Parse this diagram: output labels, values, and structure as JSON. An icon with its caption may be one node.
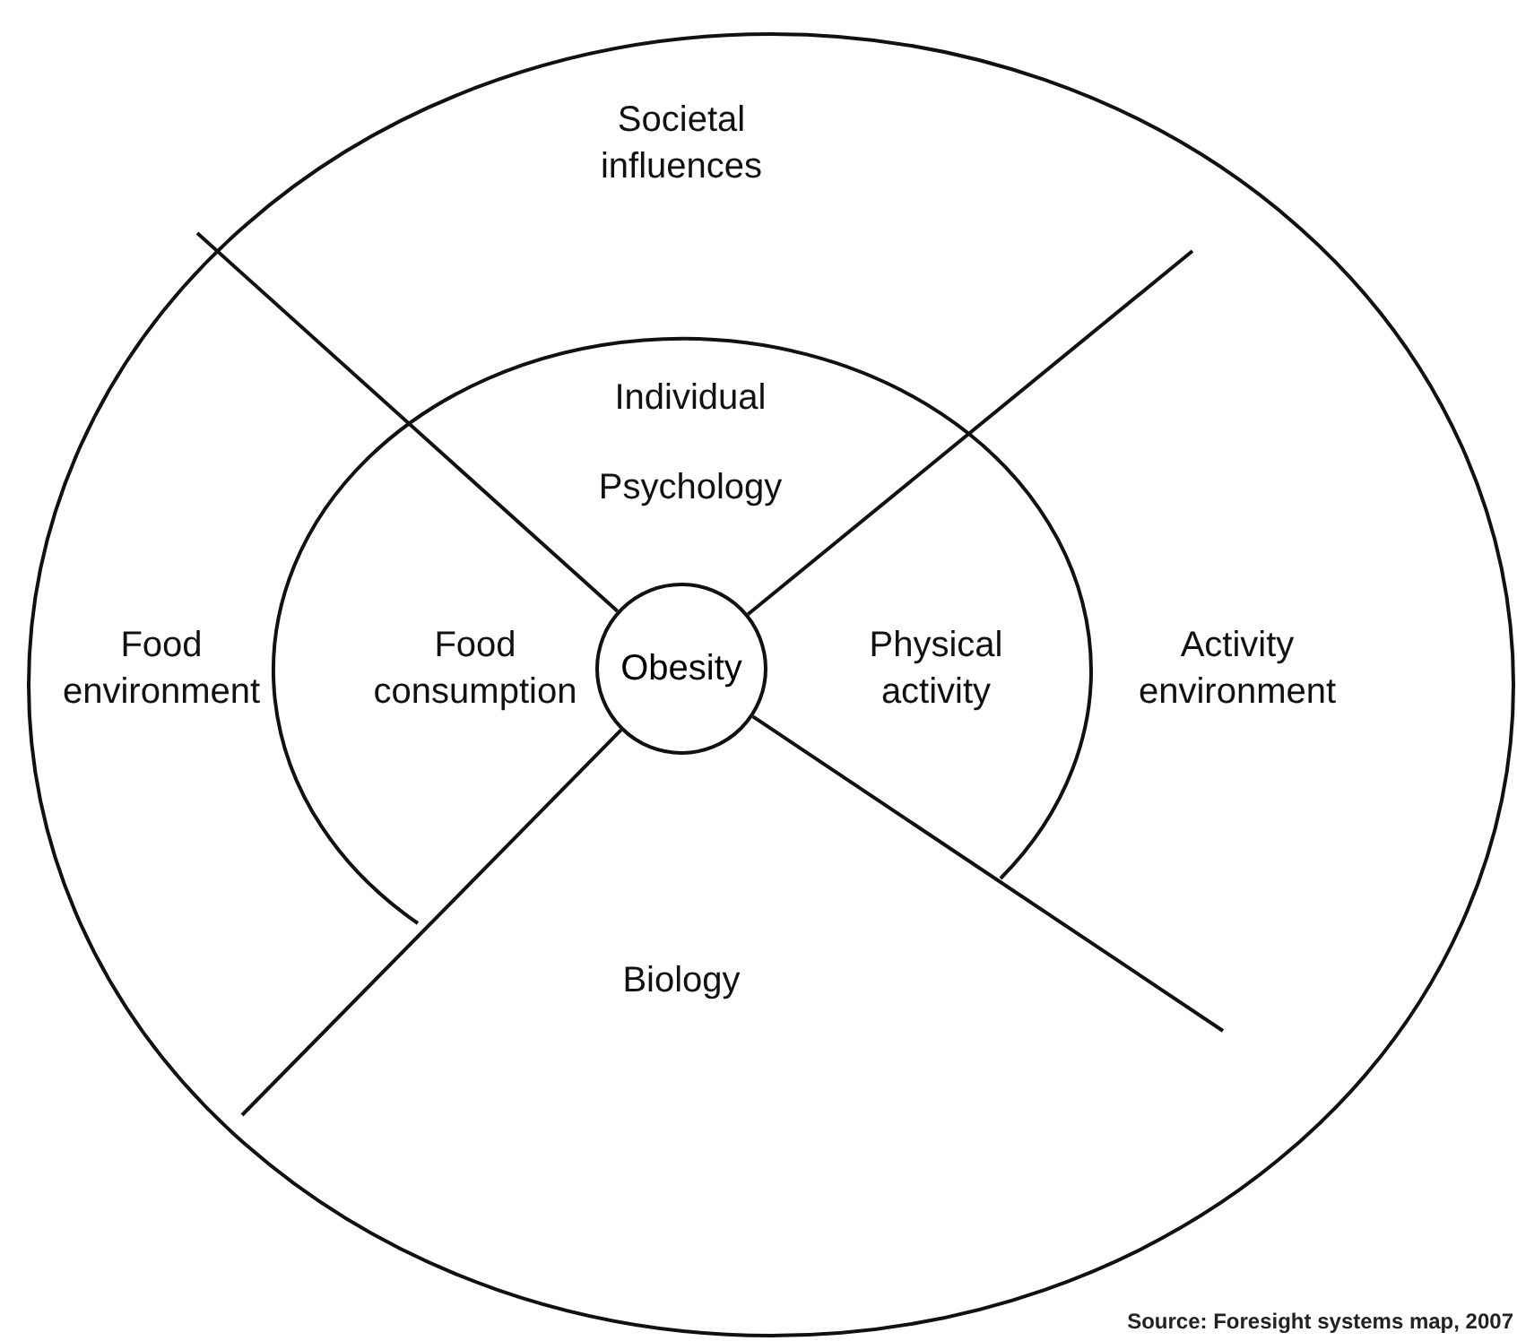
{
  "diagram": {
    "caption": "Source: Foresight systems map, 2007",
    "nodes": [
      {
        "text": [],
        "shape": "circle"
      },
      {
        "text": [],
        "shape": "arc",
        "in": 0
      },
      {
        "text": [
          "Obesity"
        ],
        "in": 1
      }
    ],
    "labels": [
      "Societal influences",
      "Individual Psychology",
      "Food environment",
      "Food consumption",
      "Physical activity",
      "Activity environment",
      "Biology"
    ]
  }
}
